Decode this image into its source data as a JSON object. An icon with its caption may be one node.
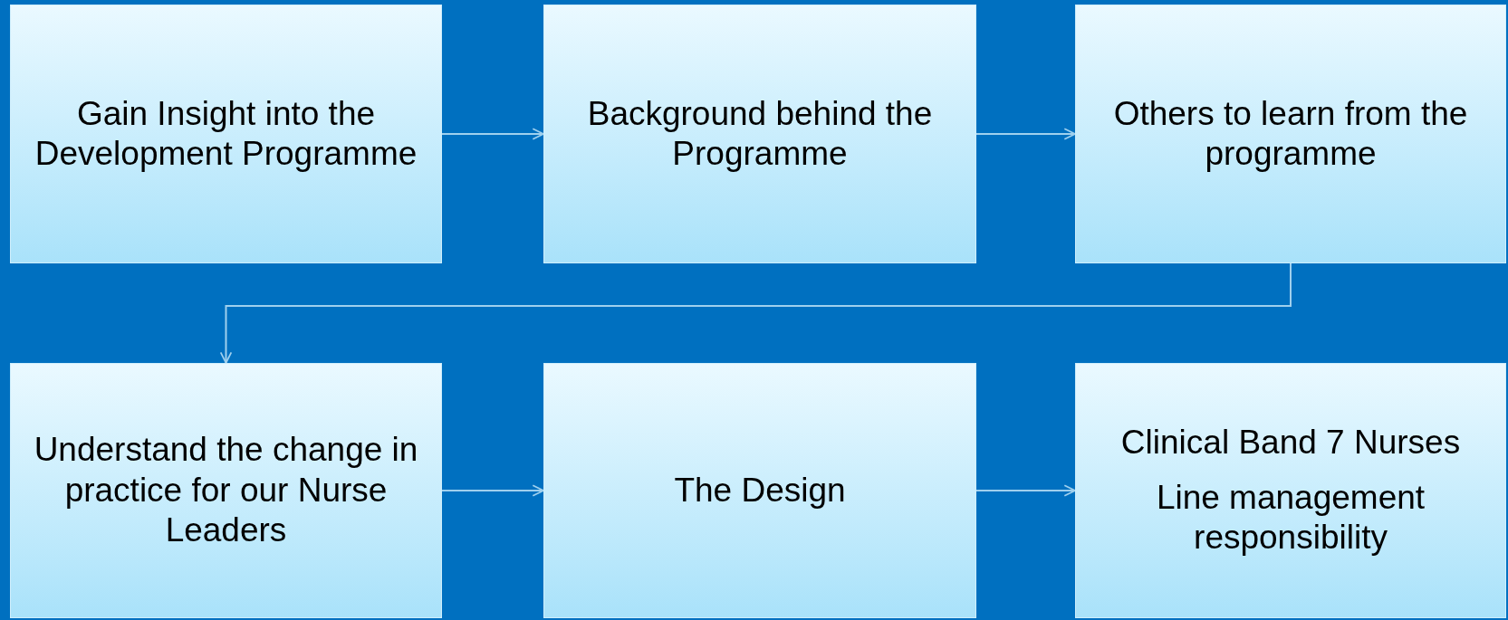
{
  "diagram": {
    "nodes": [
      {
        "text": [
          "Gain Insight into the Development Programme"
        ]
      },
      {
        "text": [
          "Background behind the Programme"
        ]
      },
      {
        "text": [
          "Others to learn from the programme"
        ]
      },
      {
        "text": [
          "Understand the change in practice for our Nurse Leaders"
        ]
      },
      {
        "text": [
          "The Design"
        ]
      },
      {
        "text": [
          "Clinical Band 7 Nurses",
          "Line management responsibility"
        ]
      }
    ],
    "edges": [
      {
        "from": 0,
        "to": 1,
        "arrow": "to"
      },
      {
        "from": 1,
        "to": 2,
        "arrow": "to"
      },
      {
        "from": 2,
        "to": 3,
        "arrow": "to"
      },
      {
        "from": 3,
        "to": 4,
        "arrow": "to"
      },
      {
        "from": 4,
        "to": 5,
        "arrow": "to"
      }
    ]
  }
}
